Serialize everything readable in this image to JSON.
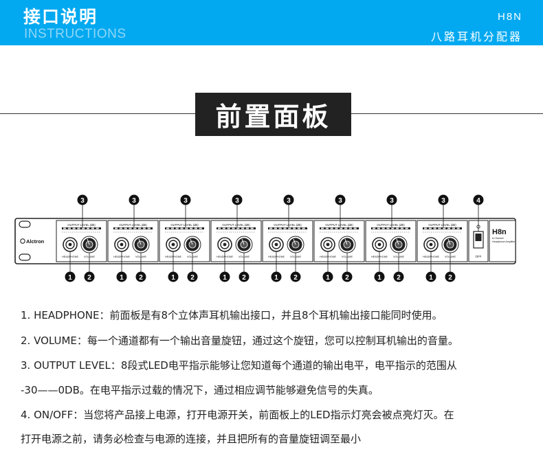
{
  "header": {
    "title": "接口说明",
    "subtitle": "INSTRUCTIONS",
    "model": "H8N",
    "product": "八路耳机分配器"
  },
  "section": {
    "title": "前置面板"
  },
  "panel": {
    "brand": "Alctron",
    "model": "H8n",
    "model_sub1": "8-Channel",
    "model_sub2": "Headphone Amplifier",
    "channel_count": 8,
    "meter_label": "OUTPUT LEVEL (dB)",
    "jack_label": "HEADPHONE",
    "knob_label": "VOLUME",
    "switch_label": "OFF",
    "callout_headphone": "1",
    "callout_volume": "2",
    "callout_output_level": "3",
    "callout_power": "4"
  },
  "descriptions": [
    "1. HEADPHONE：前面板是有8个立体声耳机输出接口，并且8个耳机输出接口能同时使用。",
    "2. VOLUME：每一个通道都有一个输出音量旋钮，通过这个旋钮，您可以控制耳机输出的音量。",
    "3. OUTPUT LEVEL：8段式LED电平指示能够让您知道每个通道的输出电平，电平指示的范围从",
    "-30——0DB。在电平指示过载的情况下，通过相应调节能够避免信号的失真。",
    "4. ON/OFF：当您将产品接上电源，打开电源开关，前面板上的LED指示灯亮会被点亮灯灭。在",
    "打开电源之前，请务必检查与电源的连接，并且把所有的音量旋钮调至最小"
  ]
}
